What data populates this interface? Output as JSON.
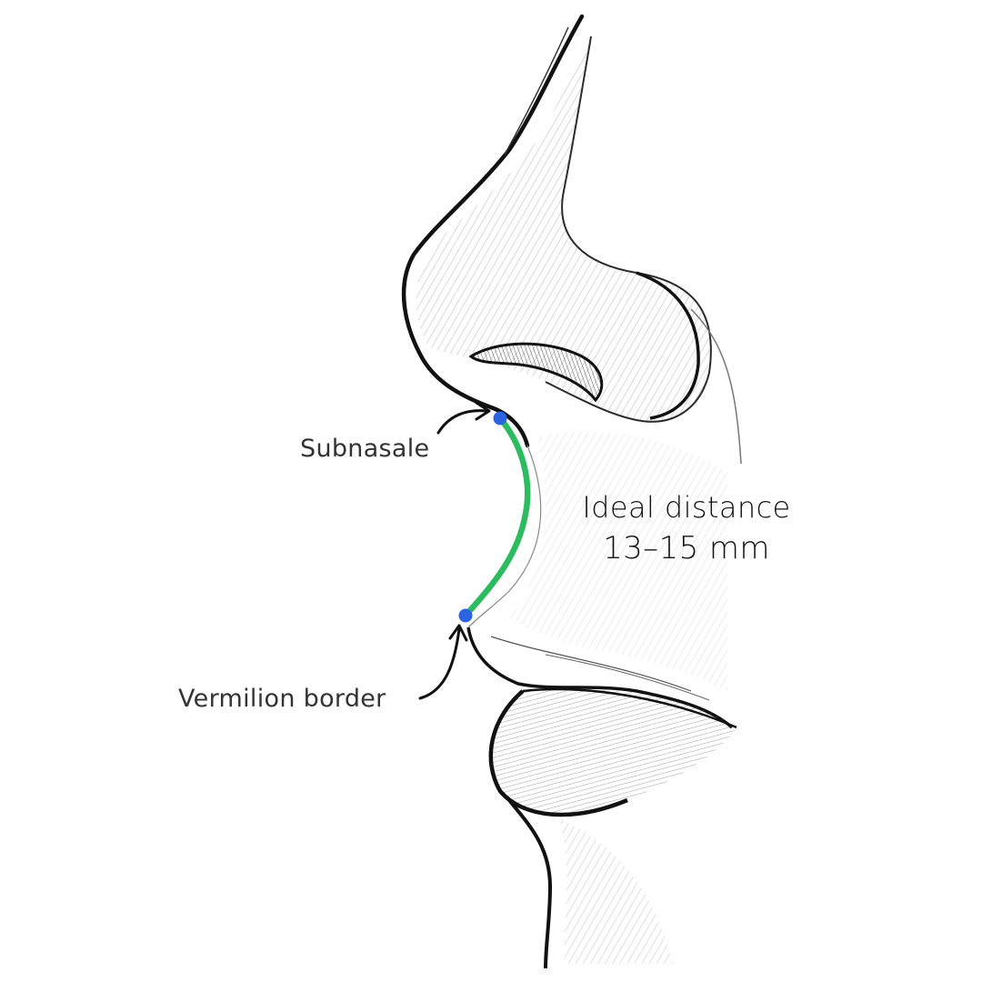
{
  "diagram": {
    "labels": {
      "subnasale": "Subnasale",
      "vermilion_border": "Vermilion border"
    },
    "measurement": {
      "title": "Ideal distance",
      "value": "13–15 mm"
    },
    "colors": {
      "philtrum_line": "#2dbb5f",
      "landmark_points": "#2b63e0",
      "sketch_ink": "#1a1a1a",
      "label_text": "#333333"
    },
    "icons": {
      "subnasale_pointer": "curved-arrow-icon",
      "vermilion_pointer": "curved-arrow-icon"
    }
  }
}
